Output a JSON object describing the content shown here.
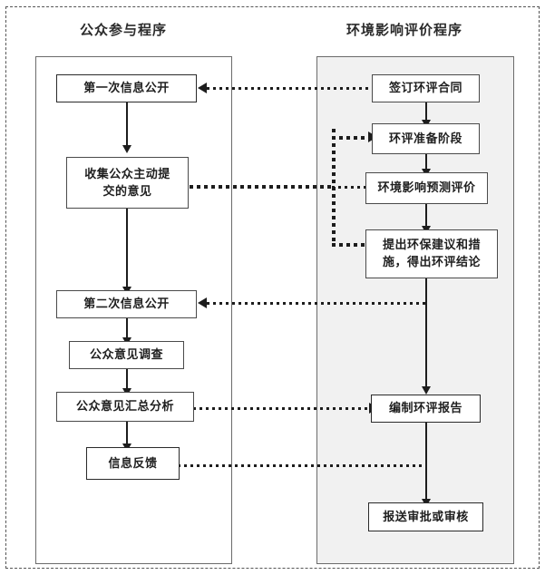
{
  "diagram": {
    "columns": [
      {
        "id": "public-participation",
        "title": "公众参与程序"
      },
      {
        "id": "eia-procedure",
        "title": "环境影响评价程序"
      }
    ],
    "left_nodes": [
      {
        "id": "first-disclosure",
        "label": "第一次信息公开"
      },
      {
        "id": "collect-opinions",
        "label": "收集公众主动提\n交的意见"
      },
      {
        "id": "second-disclosure",
        "label": "第二次信息公开"
      },
      {
        "id": "opinion-survey",
        "label": "公众意见调查"
      },
      {
        "id": "opinion-analysis",
        "label": "公众意见汇总分析"
      },
      {
        "id": "feedback",
        "label": "信息反馈"
      }
    ],
    "right_nodes": [
      {
        "id": "sign-contract",
        "label": "签订环评合同"
      },
      {
        "id": "prep-stage",
        "label": "环评准备阶段"
      },
      {
        "id": "impact-prediction",
        "label": "环境影响预测评价"
      },
      {
        "id": "recommendations",
        "label": "提出环保建议和措\n施，得出环评结论"
      },
      {
        "id": "compile-report",
        "label": "编制环评报告"
      },
      {
        "id": "submit-approval",
        "label": "报送审批或审核"
      }
    ],
    "colors": {
      "panel_left_bg": "#ffffff",
      "panel_right_bg": "#f1f1f1",
      "line": "#1d1d1d",
      "node_border": "#4a4a4a",
      "panel_border": "#6b6b6b",
      "text": "#1f1f1f"
    }
  }
}
